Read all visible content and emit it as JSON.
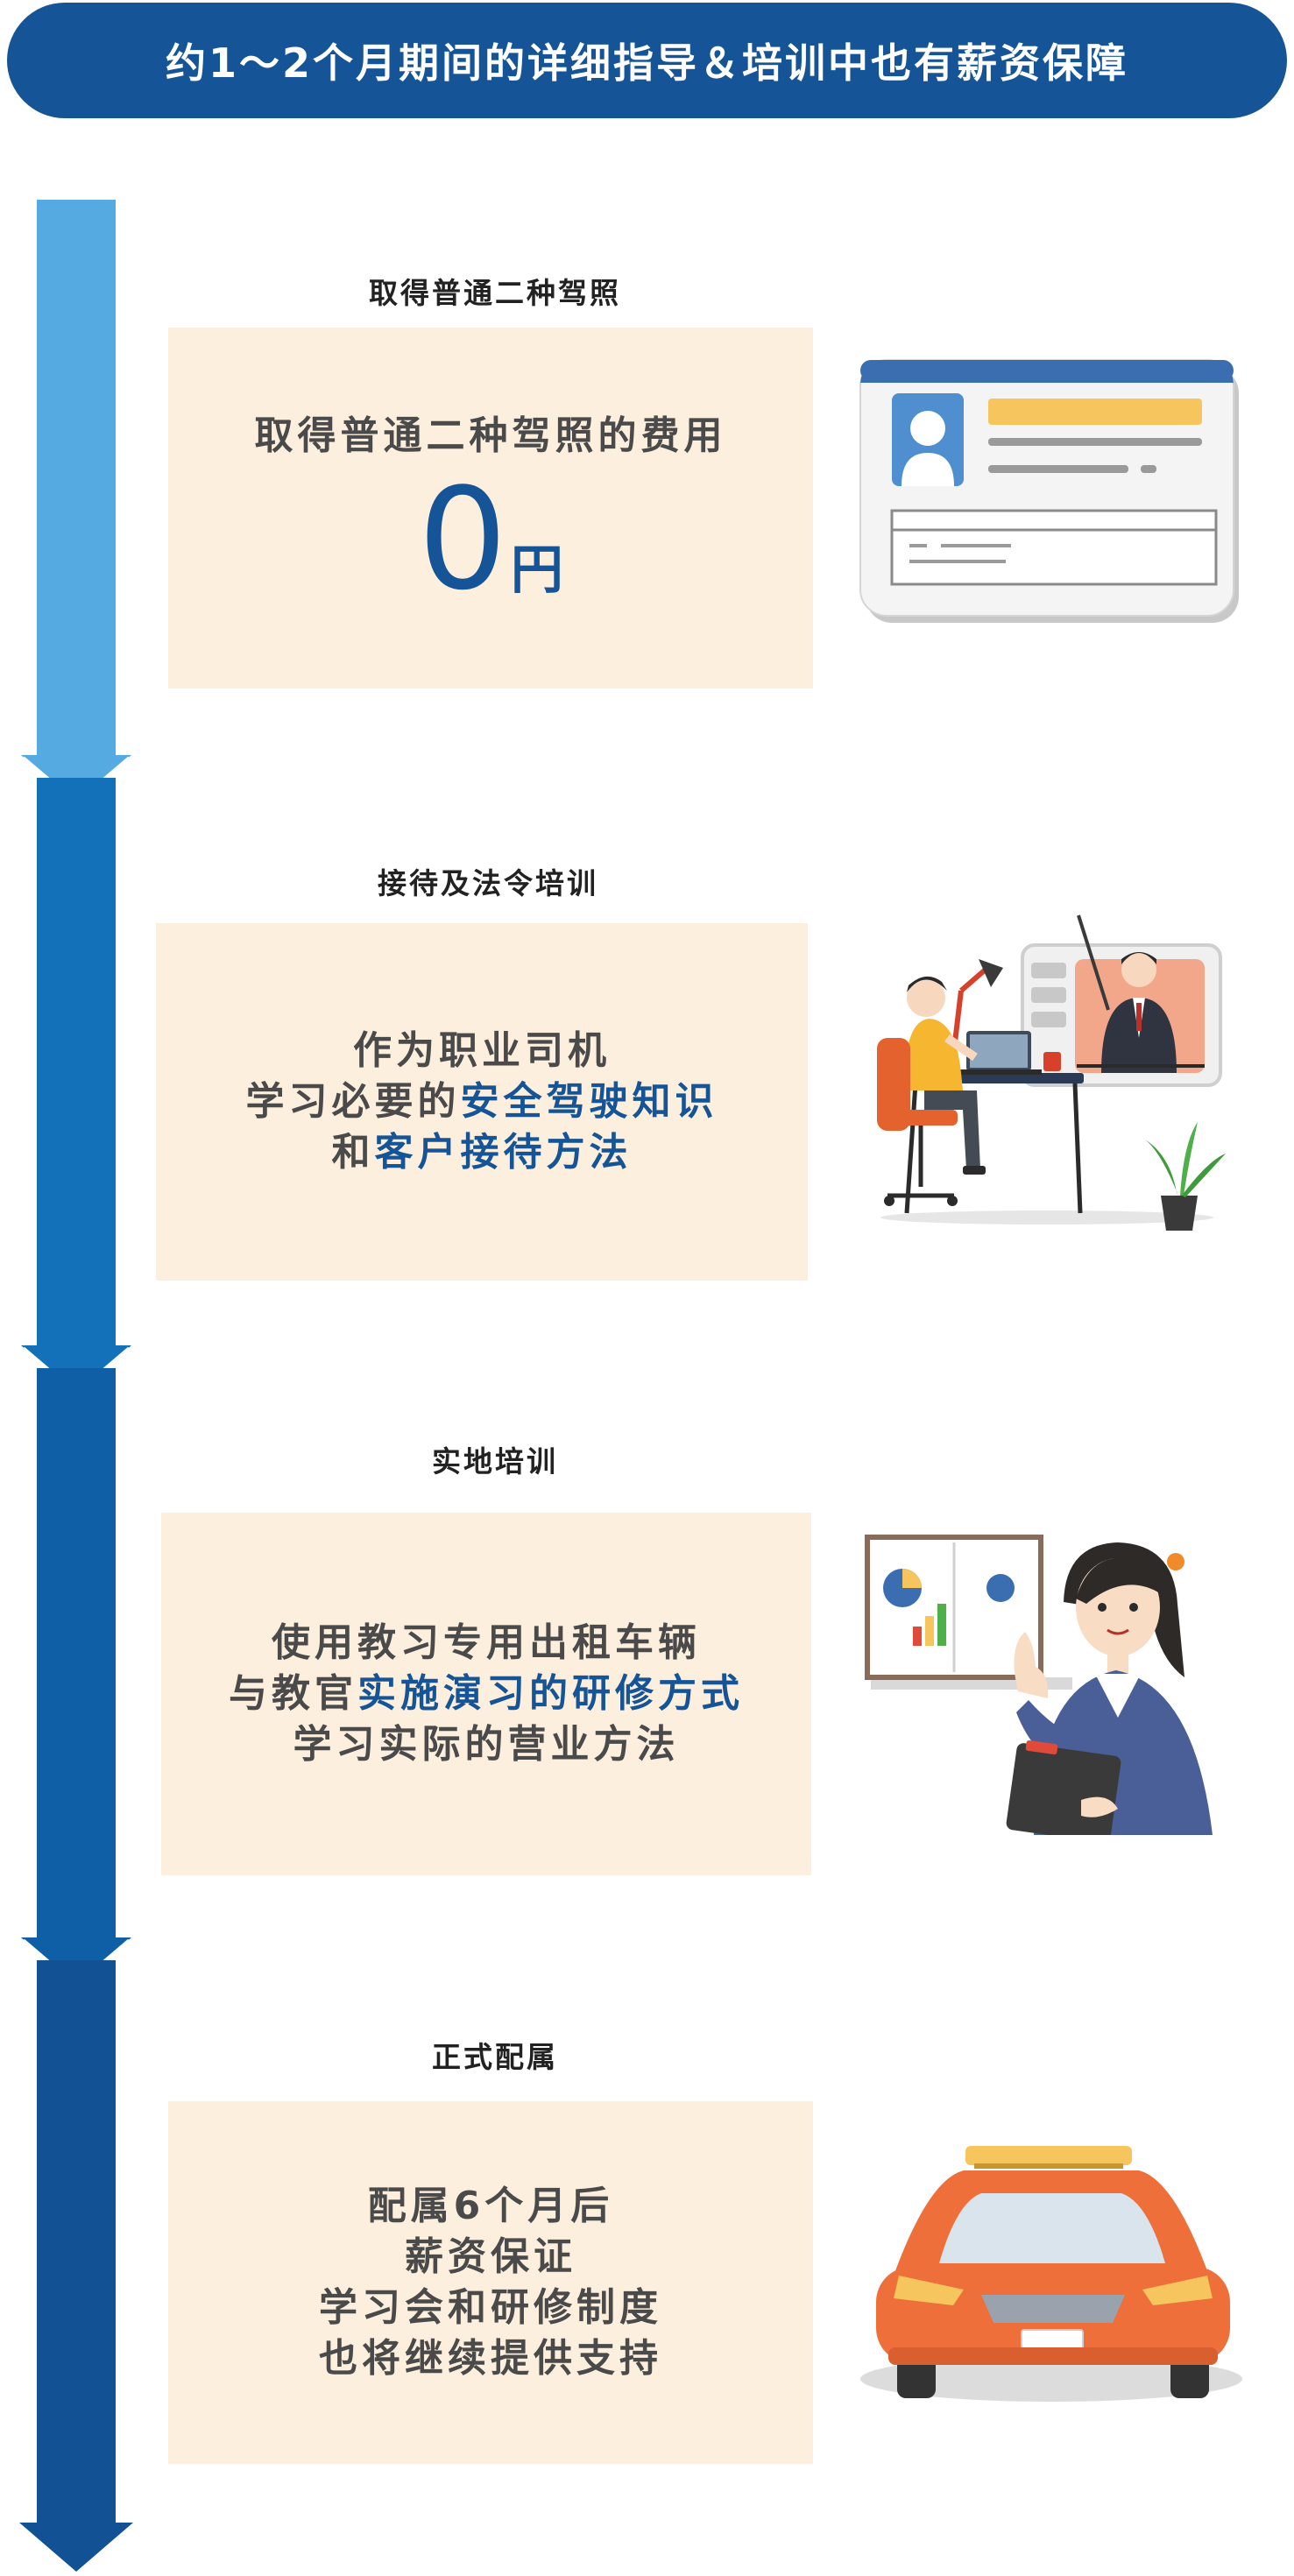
{
  "header": {
    "title": "约1～2个月期间的详细指导＆培训中也有薪资保障"
  },
  "colors": {
    "banner": "#155496",
    "box_bg": "#fdefdd",
    "highlight": "#155496",
    "arrow_segments": [
      "#55aae2",
      "#1271b9",
      "#0e5fa6",
      "#125193"
    ]
  },
  "steps": [
    {
      "title": "取得普通二种驾照",
      "lines": [
        {
          "text": "取得普通二种驾照的费用"
        }
      ],
      "amount": "0",
      "unit": "円",
      "illustration": "driver-license-card"
    },
    {
      "title": "接待及法令培训",
      "lines": [
        {
          "text": "作为职业司机"
        },
        {
          "plain": "学习必要的",
          "highlight": "安全驾驶知识"
        },
        {
          "plain": "和",
          "highlight": "客户接待方法"
        }
      ],
      "illustration": "online-lecture-desk"
    },
    {
      "title": "实地培训",
      "lines": [
        {
          "text": "使用教习专用出租车辆"
        },
        {
          "plain": "与教官",
          "highlight": "实施演习的研修方式"
        },
        {
          "text": "学习实际的营业方法"
        }
      ],
      "illustration": "instructor-with-chart"
    },
    {
      "title": "正式配属",
      "lines": [
        {
          "text": "配属6个月后"
        },
        {
          "highlight": "薪资保证"
        },
        {
          "text": "学习会和研修制度"
        },
        {
          "highlight": "也将继续提供支持"
        }
      ],
      "illustration": "orange-taxi"
    }
  ]
}
